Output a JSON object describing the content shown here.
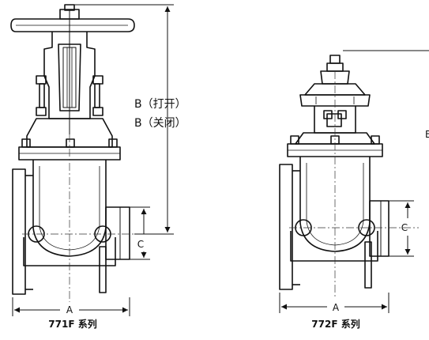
{
  "figures": [
    {
      "caption": "771F 系列",
      "labels": {
        "a": "A",
        "b_open": "B（打开）",
        "b_closed": "B（关闭）",
        "c": "C"
      }
    },
    {
      "caption": "772F 系列",
      "labels": {
        "a": "A",
        "b_partial": "B",
        "c": "C"
      }
    }
  ],
  "colors": {
    "line": "#111111",
    "background": "#ffffff",
    "centerline": "#333333"
  }
}
